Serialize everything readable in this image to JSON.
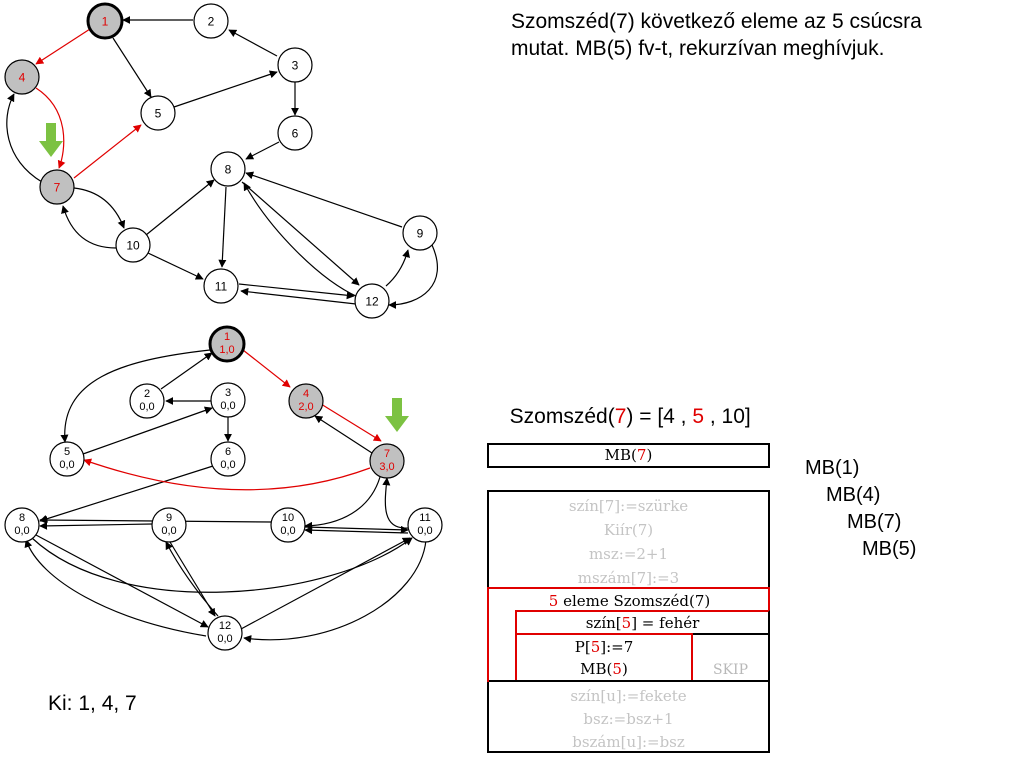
{
  "description": {
    "line1": "Szomszéd(7) következő eleme az 5 csúcsra",
    "line2": "mutat.  MB(5) fv-t, rekurzívan meghívjuk."
  },
  "top_graph": {
    "nodes": [
      "1",
      "2",
      "3",
      "4",
      "5",
      "6",
      "7",
      "8",
      "9",
      "10",
      "11",
      "12"
    ]
  },
  "bottom_graph": {
    "nodes": [
      {
        "id": "1",
        "label": "1",
        "value": "1,0"
      },
      {
        "id": "2",
        "label": "2",
        "value": "0,0"
      },
      {
        "id": "3",
        "label": "3",
        "value": "0,0"
      },
      {
        "id": "4",
        "label": "4",
        "value": "2,0"
      },
      {
        "id": "5",
        "label": "5",
        "value": "0,0"
      },
      {
        "id": "6",
        "label": "6",
        "value": "0,0"
      },
      {
        "id": "7",
        "label": "7",
        "value": "3,0"
      },
      {
        "id": "8",
        "label": "8",
        "value": "0,0"
      },
      {
        "id": "9",
        "label": "9",
        "value": "0,0"
      },
      {
        "id": "10",
        "label": "10",
        "value": "0,0"
      },
      {
        "id": "11",
        "label": "11",
        "value": "0,0"
      },
      {
        "id": "12",
        "label": "12",
        "value": "0,0"
      }
    ]
  },
  "neighbors": {
    "prefix": "Szomszéd(",
    "node": "7",
    "middle": ") = [4 , ",
    "current": "5",
    "suffix": " , 10]"
  },
  "struktogram": {
    "header_prefix": "MB(",
    "header_arg": "7",
    "header_suffix": ")",
    "rows_top": [
      "szín[7]:=szürke",
      "Kiír(7)",
      "msz:=2+1",
      "mszám[7]:=3"
    ],
    "loop_prefix": "5",
    "loop_suffix": " eleme Szomszéd(7)",
    "cond_prefix": "szín[",
    "cond_arg": "5",
    "cond_suffix": "] = fehér",
    "then_1_prefix": "P[",
    "then_1_arg": "5",
    "then_1_suffix": "]:=7",
    "then_2_prefix": "MB(",
    "then_2_arg": "5",
    "then_2_suffix": ")",
    "else_label": "SKIP",
    "rows_bottom": [
      "szín[u]:=fekete",
      "bsz:=bsz+1",
      "bszám[u]:=bsz"
    ]
  },
  "call_stack": [
    "MB(1)",
    "MB(4)",
    "MB(7)",
    "MB(5)"
  ],
  "output": "Ki: 1, 4, 7",
  "colors": {
    "gray_node": "#c0c0c0",
    "red": "#e00000",
    "green_arrow": "#7cc242",
    "faded_text": "#c4c4c4"
  }
}
